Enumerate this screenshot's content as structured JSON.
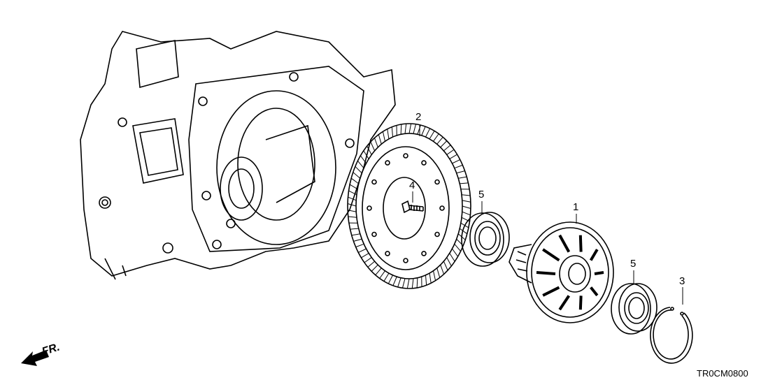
{
  "callouts": [
    {
      "id": "2",
      "name": "final-driven-gear"
    },
    {
      "id": "4",
      "name": "bolt"
    },
    {
      "id": "5",
      "name": "bearing-left"
    },
    {
      "id": "1",
      "name": "differential-assembly"
    },
    {
      "id": "5",
      "name": "bearing-right"
    },
    {
      "id": "3",
      "name": "snap-ring"
    }
  ],
  "direction_label": "FR.",
  "diagram_code": "TR0CM0800",
  "colors": {
    "line": "#000000",
    "background": "#ffffff"
  }
}
